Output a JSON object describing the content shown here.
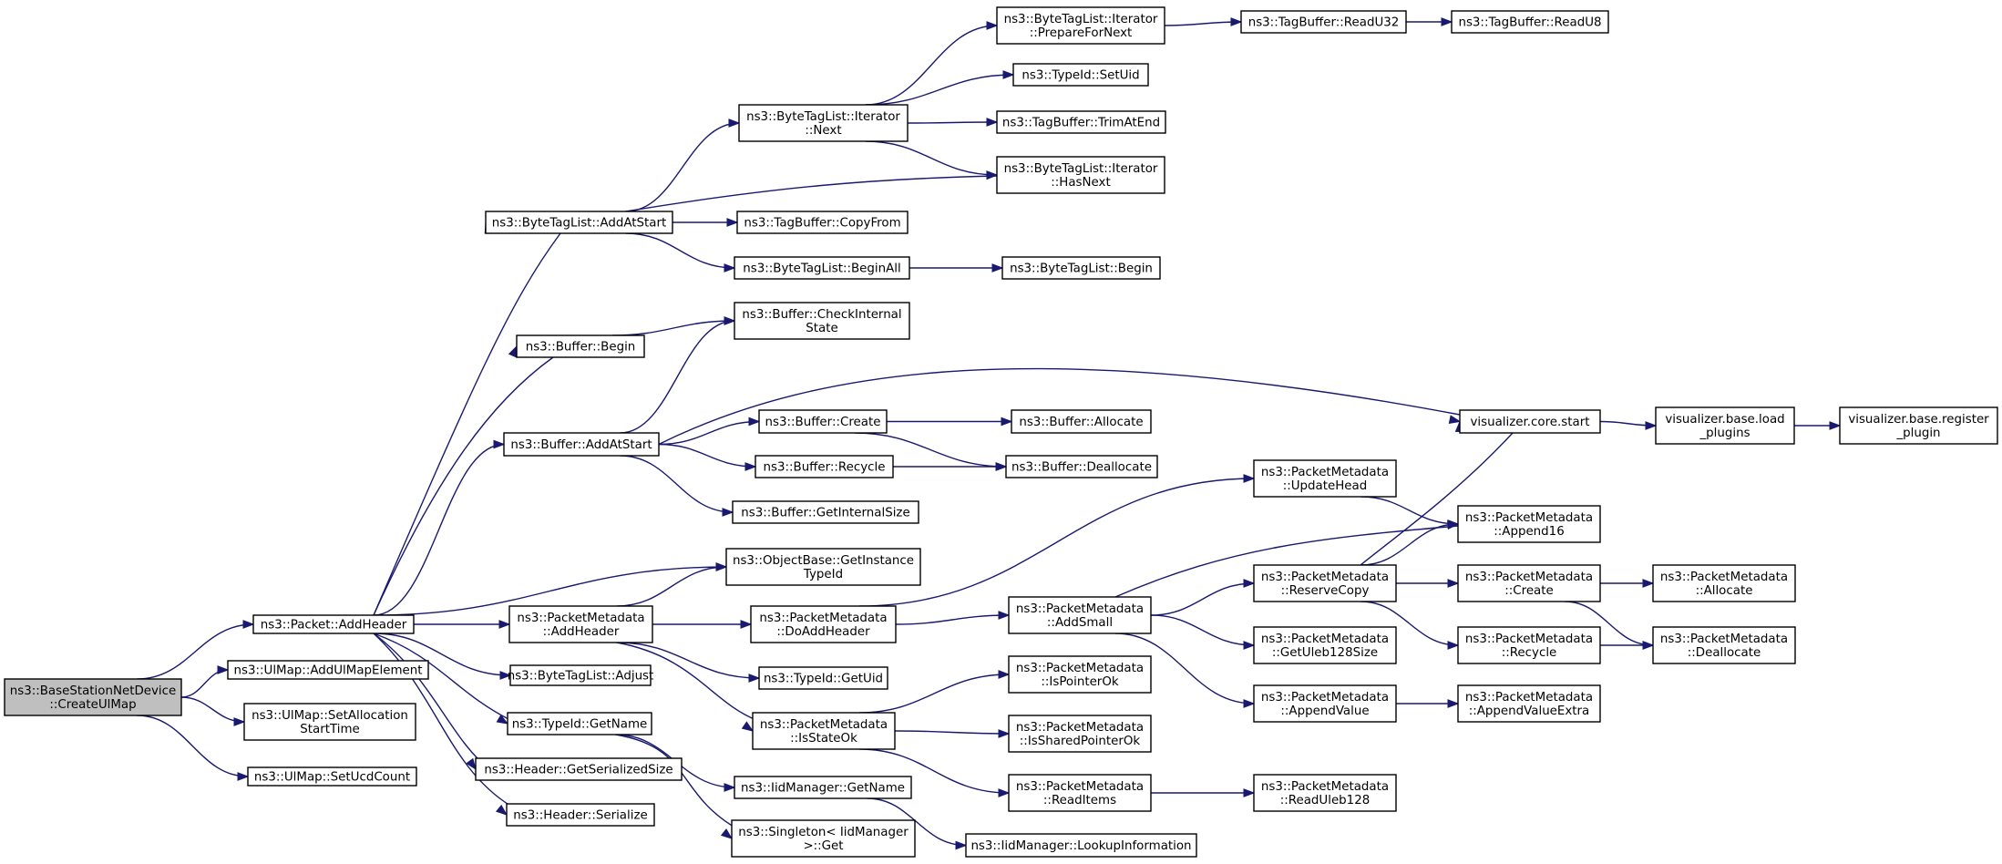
{
  "colors": {
    "edge": "#191970",
    "root_fill": "#bfbfbf",
    "node_fill": "#ffffff",
    "node_border": "#000000"
  },
  "nodes": [
    {
      "id": "n0",
      "lines": [
        "ns3::BaseStationNetDevice",
        "::CreateUlMap"
      ],
      "root": true
    },
    {
      "id": "n1",
      "lines": [
        "ns3::Packet::AddHeader"
      ]
    },
    {
      "id": "n2",
      "lines": [
        "ns3::UlMap::AddUlMapElement"
      ]
    },
    {
      "id": "n3",
      "lines": [
        "ns3::UlMap::SetAllocation",
        "StartTime"
      ]
    },
    {
      "id": "n4",
      "lines": [
        "ns3::UlMap::SetUcdCount"
      ]
    },
    {
      "id": "n5",
      "lines": [
        "ns3::ByteTagList::AddAtStart"
      ]
    },
    {
      "id": "n6",
      "lines": [
        "ns3::Buffer::Begin"
      ]
    },
    {
      "id": "n7",
      "lines": [
        "ns3::Buffer::AddAtStart"
      ]
    },
    {
      "id": "n8",
      "lines": [
        "ns3::PacketMetadata",
        "::AddHeader"
      ]
    },
    {
      "id": "n9",
      "lines": [
        "ns3::ByteTagList::Adjust"
      ]
    },
    {
      "id": "n10",
      "lines": [
        "ns3::TypeId::GetName"
      ]
    },
    {
      "id": "n11",
      "lines": [
        "ns3::Header::GetSerializedSize"
      ]
    },
    {
      "id": "n12",
      "lines": [
        "ns3::Header::Serialize"
      ]
    },
    {
      "id": "n13",
      "lines": [
        "ns3::ByteTagList::Iterator",
        "::Next"
      ]
    },
    {
      "id": "n14",
      "lines": [
        "ns3::TagBuffer::CopyFrom"
      ]
    },
    {
      "id": "n15",
      "lines": [
        "ns3::ByteTagList::BeginAll"
      ]
    },
    {
      "id": "n16",
      "lines": [
        "ns3::Buffer::CheckInternal",
        "State"
      ]
    },
    {
      "id": "n17",
      "lines": [
        "ns3::Buffer::Create"
      ]
    },
    {
      "id": "n18",
      "lines": [
        "ns3::Buffer::Recycle"
      ]
    },
    {
      "id": "n19",
      "lines": [
        "ns3::Buffer::GetInternalSize"
      ]
    },
    {
      "id": "n20",
      "lines": [
        "ns3::ObjectBase::GetInstance",
        "TypeId"
      ]
    },
    {
      "id": "n21",
      "lines": [
        "ns3::PacketMetadata",
        "::DoAddHeader"
      ]
    },
    {
      "id": "n22",
      "lines": [
        "ns3::TypeId::GetUid"
      ]
    },
    {
      "id": "n23",
      "lines": [
        "ns3::PacketMetadata",
        "::IsStateOk"
      ]
    },
    {
      "id": "n24",
      "lines": [
        "ns3::IidManager::GetName"
      ]
    },
    {
      "id": "n25",
      "lines": [
        "ns3::Singleton< IidManager",
        " >::Get"
      ]
    },
    {
      "id": "n26",
      "lines": [
        "ns3::ByteTagList::Iterator",
        "::PrepareForNext"
      ]
    },
    {
      "id": "n27",
      "lines": [
        "ns3::TypeId::SetUid"
      ]
    },
    {
      "id": "n28",
      "lines": [
        "ns3::TagBuffer::TrimAtEnd"
      ]
    },
    {
      "id": "n29",
      "lines": [
        "ns3::ByteTagList::Iterator",
        "::HasNext"
      ]
    },
    {
      "id": "n30",
      "lines": [
        "ns3::ByteTagList::Begin"
      ]
    },
    {
      "id": "n31",
      "lines": [
        "ns3::Buffer::Allocate"
      ]
    },
    {
      "id": "n32",
      "lines": [
        "ns3::Buffer::Deallocate"
      ]
    },
    {
      "id": "n33",
      "lines": [
        "ns3::PacketMetadata",
        "::UpdateHead"
      ]
    },
    {
      "id": "n34",
      "lines": [
        "ns3::PacketMetadata",
        "::AddSmall"
      ]
    },
    {
      "id": "n35",
      "lines": [
        "ns3::PacketMetadata",
        "::IsPointerOk"
      ]
    },
    {
      "id": "n36",
      "lines": [
        "ns3::PacketMetadata",
        "::IsSharedPointerOk"
      ]
    },
    {
      "id": "n37",
      "lines": [
        "ns3::PacketMetadata",
        "::ReadItems"
      ]
    },
    {
      "id": "n38",
      "lines": [
        "ns3::IidManager::LookupInformation"
      ]
    },
    {
      "id": "n39",
      "lines": [
        "ns3::TagBuffer::ReadU32"
      ]
    },
    {
      "id": "n40",
      "lines": [
        "ns3::TagBuffer::ReadU8"
      ]
    },
    {
      "id": "n41",
      "lines": [
        "visualizer.core.start"
      ]
    },
    {
      "id": "n42",
      "lines": [
        "ns3::PacketMetadata",
        "::Append16"
      ]
    },
    {
      "id": "n43",
      "lines": [
        "ns3::PacketMetadata",
        "::ReserveCopy"
      ]
    },
    {
      "id": "n44",
      "lines": [
        "ns3::PacketMetadata",
        "::GetUleb128Size"
      ]
    },
    {
      "id": "n45",
      "lines": [
        "ns3::PacketMetadata",
        "::AppendValue"
      ]
    },
    {
      "id": "n46",
      "lines": [
        "ns3::PacketMetadata",
        "::ReadUleb128"
      ]
    },
    {
      "id": "n47",
      "lines": [
        "visualizer.base.load",
        "_plugins"
      ]
    },
    {
      "id": "n48",
      "lines": [
        "ns3::PacketMetadata",
        "::Create"
      ]
    },
    {
      "id": "n49",
      "lines": [
        "ns3::PacketMetadata",
        "::Recycle"
      ]
    },
    {
      "id": "n50",
      "lines": [
        "ns3::PacketMetadata",
        "::AppendValueExtra"
      ]
    },
    {
      "id": "n51",
      "lines": [
        "visualizer.base.register",
        "_plugin"
      ]
    },
    {
      "id": "n52",
      "lines": [
        "ns3::PacketMetadata",
        "::Allocate"
      ]
    },
    {
      "id": "n53",
      "lines": [
        "ns3::PacketMetadata",
        "::Deallocate"
      ]
    }
  ],
  "edges": [
    [
      "n0",
      "n1"
    ],
    [
      "n0",
      "n2"
    ],
    [
      "n0",
      "n3"
    ],
    [
      "n0",
      "n4"
    ],
    [
      "n1",
      "n5"
    ],
    [
      "n1",
      "n6"
    ],
    [
      "n1",
      "n7"
    ],
    [
      "n1",
      "n20"
    ],
    [
      "n1",
      "n8"
    ],
    [
      "n1",
      "n9"
    ],
    [
      "n1",
      "n10"
    ],
    [
      "n1",
      "n11"
    ],
    [
      "n1",
      "n12"
    ],
    [
      "n5",
      "n13"
    ],
    [
      "n5",
      "n29"
    ],
    [
      "n5",
      "n14"
    ],
    [
      "n5",
      "n15"
    ],
    [
      "n13",
      "n26"
    ],
    [
      "n13",
      "n27"
    ],
    [
      "n13",
      "n28"
    ],
    [
      "n13",
      "n29"
    ],
    [
      "n26",
      "n39"
    ],
    [
      "n39",
      "n40"
    ],
    [
      "n15",
      "n30"
    ],
    [
      "n6",
      "n16"
    ],
    [
      "n7",
      "n16"
    ],
    [
      "n7",
      "n41"
    ],
    [
      "n7",
      "n17"
    ],
    [
      "n7",
      "n18"
    ],
    [
      "n7",
      "n19"
    ],
    [
      "n17",
      "n31"
    ],
    [
      "n17",
      "n32"
    ],
    [
      "n18",
      "n32"
    ],
    [
      "n41",
      "n47"
    ],
    [
      "n47",
      "n51"
    ],
    [
      "n8",
      "n20"
    ],
    [
      "n8",
      "n21"
    ],
    [
      "n8",
      "n22"
    ],
    [
      "n8",
      "n23"
    ],
    [
      "n21",
      "n33"
    ],
    [
      "n21",
      "n34"
    ],
    [
      "n33",
      "n42"
    ],
    [
      "n34",
      "n42"
    ],
    [
      "n34",
      "n43"
    ],
    [
      "n34",
      "n44"
    ],
    [
      "n34",
      "n45"
    ],
    [
      "n43",
      "n41"
    ],
    [
      "n43",
      "n42"
    ],
    [
      "n43",
      "n48"
    ],
    [
      "n43",
      "n49"
    ],
    [
      "n48",
      "n52"
    ],
    [
      "n48",
      "n53"
    ],
    [
      "n49",
      "n53"
    ],
    [
      "n45",
      "n50"
    ],
    [
      "n23",
      "n35"
    ],
    [
      "n23",
      "n36"
    ],
    [
      "n23",
      "n37"
    ],
    [
      "n37",
      "n46"
    ],
    [
      "n10",
      "n24"
    ],
    [
      "n10",
      "n25"
    ],
    [
      "n24",
      "n38"
    ]
  ]
}
